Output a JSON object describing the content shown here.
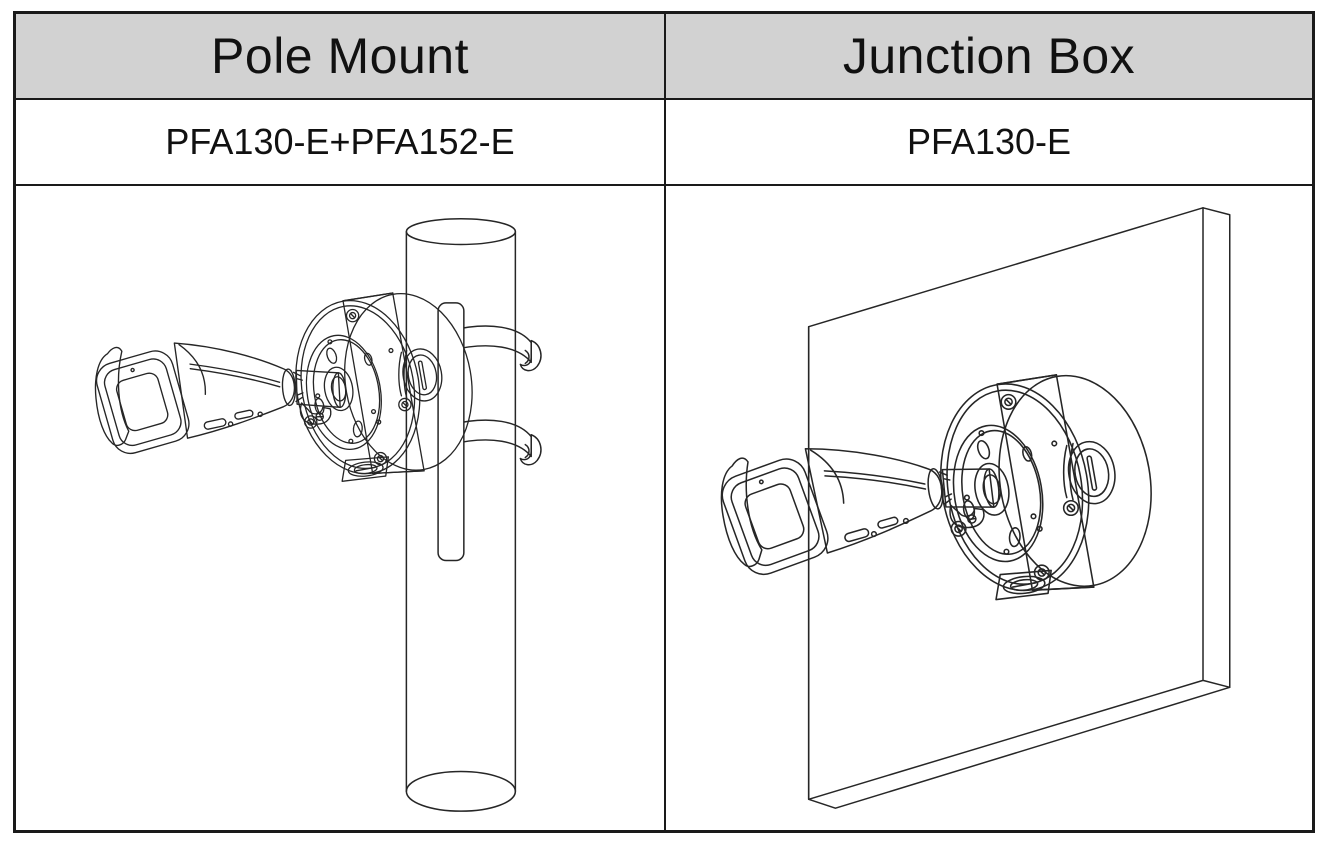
{
  "table": {
    "columns": [
      {
        "header": "Pole Mount",
        "model": "PFA130-E+PFA152-E",
        "illustration": "Bullet camera attached to a round junction box strapped to a vertical pole with two band clamps"
      },
      {
        "header": "Junction Box",
        "model": "PFA130-E",
        "illustration": "Bullet camera attached to a round junction box mounted on a wall panel"
      }
    ]
  },
  "colors": {
    "header_bg": "#d2d2d2",
    "border": "#1a1a1a",
    "line_art": "#262626",
    "background": "#ffffff"
  }
}
